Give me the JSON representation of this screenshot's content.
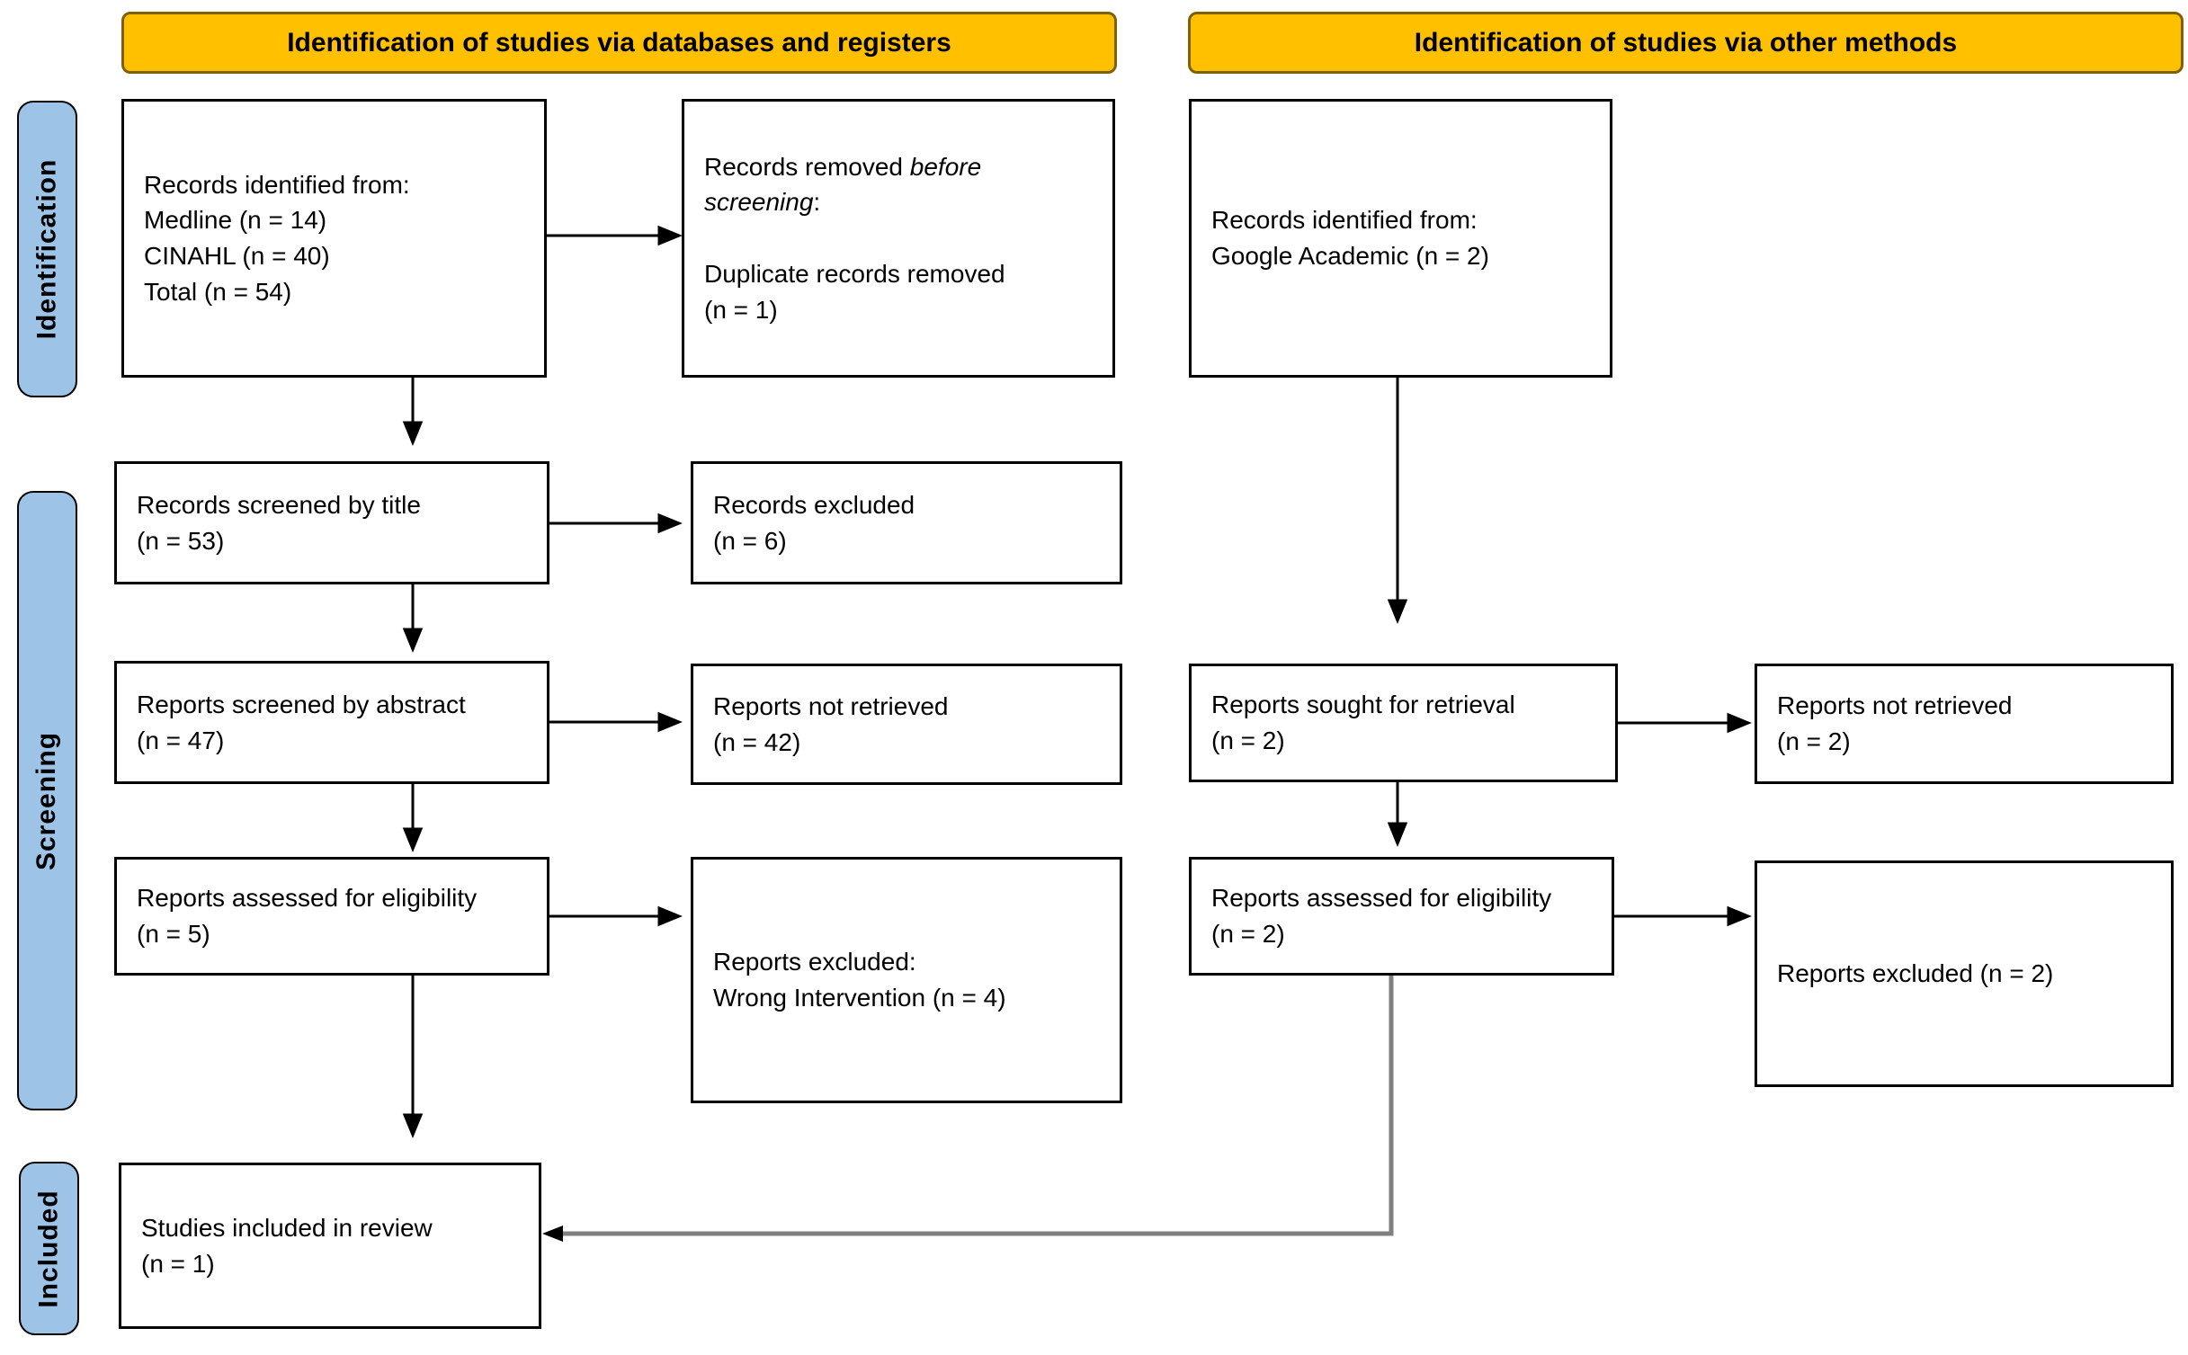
{
  "diagram": {
    "banners": {
      "left": "Identification of studies via databases and registers",
      "right": "Identification of studies via other methods"
    },
    "stages": {
      "identification": "Identification",
      "screening": "Screening",
      "included": "Included"
    },
    "nodes": {
      "records_identified": "Records identified from:\nMedline (n = 14)\nCINAHL (n = 40)\nTotal (n = 54)",
      "records_removed": {
        "part1": "Records removed ",
        "italic": "before\nscreening",
        "part2": ":",
        "rest": "Duplicate records removed\n(n = 1)"
      },
      "google_academic": "Records identified from:\nGoogle Academic (n = 2)",
      "records_screened": "Records screened by title\n(n = 53)",
      "records_excluded": "Records excluded\n(n = 6)",
      "reports_screened": "Reports screened by abstract\n(n = 47)",
      "reports_not_retrieved_db": "Reports not retrieved\n(n = 42)",
      "reports_sought": "Reports sought for retrieval\n(n = 2)",
      "reports_not_retrieved_other": "Reports not retrieved\n(n = 2)",
      "reports_assessed_db": "Reports assessed for eligibility\n(n = 5)",
      "reports_excluded_wrong": "Reports excluded:\nWrong Intervention (n = 4)",
      "reports_assessed_other": "Reports assessed for eligibility\n(n = 2)",
      "reports_excluded_other": "Reports excluded (n = 2)",
      "studies_included": "Studies included in review\n(n = 1)"
    },
    "colors": {
      "banner_fill": "#FFC000",
      "banner_border": "#7F6000",
      "stage_fill": "#9DC3E6",
      "box_border": "#000000",
      "arrow_black": "#000000",
      "connector_gray": "#808080"
    }
  }
}
